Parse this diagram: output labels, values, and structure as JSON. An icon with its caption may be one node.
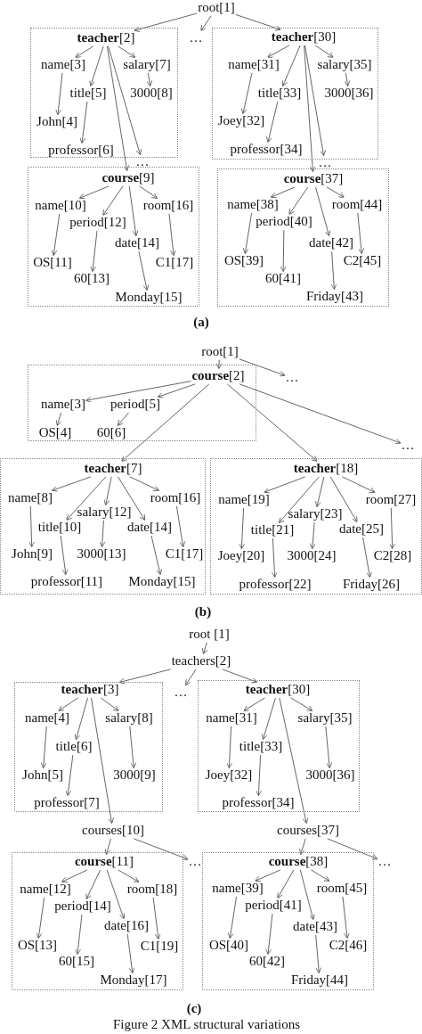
{
  "diagram": {
    "caption": "Figure 2 XML structural variations",
    "nodes": [
      {
        "text": [
          "root[1]"
        ]
      },
      {
        "text": [],
        "shape": "box"
      },
      {
        "text": [
          "**teacher**[2]"
        ],
        "in": 1
      },
      {
        "text": [
          "name[3]"
        ],
        "in": 1
      },
      {
        "text": [
          "title[5]"
        ],
        "in": 1
      },
      {
        "text": [
          "salary[7]"
        ],
        "in": 1
      },
      {
        "text": [
          "John[4]"
        ],
        "in": 1
      },
      {
        "text": [
          "3000[8]"
        ],
        "in": 1
      },
      {
        "text": [
          "professor[6]"
        ],
        "in": 1
      },
      {
        "text": [
          "…"
        ]
      },
      {
        "text": [],
        "shape": "box"
      },
      {
        "text": [
          "**teacher**[30]"
        ],
        "in": 10
      },
      {
        "text": [
          "name[31]"
        ],
        "in": 10
      },
      {
        "text": [
          "title[33]"
        ],
        "in": 10
      },
      {
        "text": [
          "salary[35]"
        ],
        "in": 10
      },
      {
        "text": [
          "Joey[32]"
        ],
        "in": 10
      },
      {
        "text": [
          "3000[36]"
        ],
        "in": 10
      },
      {
        "text": [
          "professor[34]"
        ],
        "in": 10
      },
      {
        "text": [
          "…"
        ]
      },
      {
        "text": [],
        "shape": "box"
      },
      {
        "text": [
          "**course**[9]"
        ],
        "in": 19
      },
      {
        "text": [
          "name[10]"
        ],
        "in": 19
      },
      {
        "text": [
          "period[12]"
        ],
        "in": 19
      },
      {
        "text": [
          "room[16]"
        ],
        "in": 19
      },
      {
        "text": [
          "date[14]"
        ],
        "in": 19
      },
      {
        "text": [
          "OS[11]"
        ],
        "in": 19
      },
      {
        "text": [
          "60[13]"
        ],
        "in": 19
      },
      {
        "text": [
          "C1[17]"
        ],
        "in": 19
      },
      {
        "text": [
          "Monday[15]"
        ],
        "in": 19
      },
      {
        "text": [
          "…"
        ]
      },
      {
        "text": [],
        "shape": "box"
      },
      {
        "text": [
          "**course**[37]"
        ],
        "in": 30
      },
      {
        "text": [
          "name[38]"
        ],
        "in": 30
      },
      {
        "text": [
          "period[40]"
        ],
        "in": 30
      },
      {
        "text": [
          "room[44]"
        ],
        "in": 30
      },
      {
        "text": [
          "date[42]"
        ],
        "in": 30
      },
      {
        "text": [
          "OS[39]"
        ],
        "in": 30
      },
      {
        "text": [
          "60[41]"
        ],
        "in": 30
      },
      {
        "text": [
          "C2[45]"
        ],
        "in": 30
      },
      {
        "text": [
          "Friday[43]"
        ],
        "in": 30
      },
      {
        "text": [
          "root[1]"
        ]
      },
      {
        "text": [
          "…"
        ]
      },
      {
        "text": [],
        "shape": "box"
      },
      {
        "text": [
          "**course**[2]"
        ],
        "in": 42
      },
      {
        "text": [
          "name[3]"
        ],
        "in": 42
      },
      {
        "text": [
          "period[5]"
        ],
        "in": 42
      },
      {
        "text": [
          "OS[4]"
        ],
        "in": 42
      },
      {
        "text": [
          "60[6]"
        ],
        "in": 42
      },
      {
        "text": [
          "…"
        ]
      },
      {
        "text": [],
        "shape": "box"
      },
      {
        "text": [
          "**teacher**[7]"
        ],
        "in": 49
      },
      {
        "text": [
          "name[8]"
        ],
        "in": 49
      },
      {
        "text": [
          "room[16]"
        ],
        "in": 49
      },
      {
        "text": [
          "salary[12]"
        ],
        "in": 49
      },
      {
        "text": [
          "title[10]"
        ],
        "in": 49
      },
      {
        "text": [
          "date[14]"
        ],
        "in": 49
      },
      {
        "text": [
          "John[9]"
        ],
        "in": 49
      },
      {
        "text": [
          "3000[13]"
        ],
        "in": 49
      },
      {
        "text": [
          "C1[17]"
        ],
        "in": 49
      },
      {
        "text": [
          "professor[11]"
        ],
        "in": 49
      },
      {
        "text": [
          "Monday[15]"
        ],
        "in": 49
      },
      {
        "text": [],
        "shape": "box"
      },
      {
        "text": [
          "**teacher**[18]"
        ],
        "in": 61
      },
      {
        "text": [
          "name[19]"
        ],
        "in": 61
      },
      {
        "text": [
          "room[27]"
        ],
        "in": 61
      },
      {
        "text": [
          "salary[23]"
        ],
        "in": 61
      },
      {
        "text": [
          "title[21]"
        ],
        "in": 61
      },
      {
        "text": [
          "date[25]"
        ],
        "in": 61
      },
      {
        "text": [
          "Joey[20]"
        ],
        "in": 61
      },
      {
        "text": [
          "3000[24]"
        ],
        "in": 61
      },
      {
        "text": [
          "C2[28]"
        ],
        "in": 61
      },
      {
        "text": [
          "professor[22]"
        ],
        "in": 61
      },
      {
        "text": [
          "Friday[26]"
        ],
        "in": 61
      },
      {
        "text": [
          "root [1]"
        ]
      },
      {
        "text": [
          "teachers[2]"
        ]
      },
      {
        "text": [
          "…"
        ]
      },
      {
        "text": [],
        "shape": "box"
      },
      {
        "text": [
          "**teacher**[3]"
        ],
        "in": 76
      },
      {
        "text": [
          "name[4]"
        ],
        "in": 76
      },
      {
        "text": [
          "title[6]"
        ],
        "in": 76
      },
      {
        "text": [
          "salary[8]"
        ],
        "in": 76
      },
      {
        "text": [
          "John[5]"
        ],
        "in": 76
      },
      {
        "text": [
          "3000[9]"
        ],
        "in": 76
      },
      {
        "text": [
          "professor[7]"
        ],
        "in": 76
      },
      {
        "text": [],
        "shape": "box"
      },
      {
        "text": [
          "**teacher**[30]"
        ],
        "in": 84
      },
      {
        "text": [
          "name[31]"
        ],
        "in": 84
      },
      {
        "text": [
          "title[33]"
        ],
        "in": 84
      },
      {
        "text": [
          "salary[35]"
        ],
        "in": 84
      },
      {
        "text": [
          "Joey[32]"
        ],
        "in": 84
      },
      {
        "text": [
          "3000[36]"
        ],
        "in": 84
      },
      {
        "text": [
          "professor[34]"
        ],
        "in": 84
      },
      {
        "text": [
          "courses[10]"
        ]
      },
      {
        "text": [],
        "shape": "box"
      },
      {
        "text": [
          "**course**[11]"
        ],
        "in": 93
      },
      {
        "text": [
          "name[12]"
        ],
        "in": 93
      },
      {
        "text": [
          "period[14]"
        ],
        "in": 93
      },
      {
        "text": [
          "room[18]"
        ],
        "in": 93
      },
      {
        "text": [
          "date[16]"
        ],
        "in": 93
      },
      {
        "text": [
          "OS[13]"
        ],
        "in": 93
      },
      {
        "text": [
          "60[15]"
        ],
        "in": 93
      },
      {
        "text": [
          "C1[19]"
        ],
        "in": 93
      },
      {
        "text": [
          "Monday[17]"
        ],
        "in": 93
      },
      {
        "text": [
          "…"
        ]
      },
      {
        "text": [
          "courses[37]"
        ]
      },
      {
        "text": [],
        "shape": "box"
      },
      {
        "text": [
          "**course**[38]"
        ],
        "in": 105
      },
      {
        "text": [
          "name[39]"
        ],
        "in": 105
      },
      {
        "text": [
          "period[41]"
        ],
        "in": 105
      },
      {
        "text": [
          "room[45]"
        ],
        "in": 105
      },
      {
        "text": [
          "date[43]"
        ],
        "in": 105
      },
      {
        "text": [
          "OS[40]"
        ],
        "in": 105
      },
      {
        "text": [
          "60[42]"
        ],
        "in": 105
      },
      {
        "text": [
          "C2[46]"
        ],
        "in": 105
      },
      {
        "text": [
          "Friday[44]"
        ],
        "in": 105
      },
      {
        "text": [
          "…"
        ]
      }
    ],
    "edges": [
      {
        "from": 0,
        "to": 2,
        "arrow": "to"
      },
      {
        "from": 0,
        "to": 9,
        "arrow": "to"
      },
      {
        "from": 0,
        "to": 11,
        "arrow": "to"
      },
      {
        "from": 2,
        "to": 3,
        "arrow": "to"
      },
      {
        "from": 2,
        "to": 4,
        "arrow": "to"
      },
      {
        "from": 2,
        "to": 5,
        "arrow": "to"
      },
      {
        "from": 2,
        "to": 20,
        "arrow": "to"
      },
      {
        "from": 2,
        "to": 18,
        "arrow": "to"
      },
      {
        "from": 3,
        "to": 6,
        "arrow": "to"
      },
      {
        "from": 4,
        "to": 8,
        "arrow": "to"
      },
      {
        "from": 5,
        "to": 7,
        "arrow": "to"
      },
      {
        "from": 11,
        "to": 12,
        "arrow": "to"
      },
      {
        "from": 11,
        "to": 13,
        "arrow": "to"
      },
      {
        "from": 11,
        "to": 14,
        "arrow": "to"
      },
      {
        "from": 11,
        "to": 31,
        "arrow": "to"
      },
      {
        "from": 11,
        "to": 29,
        "arrow": "to"
      },
      {
        "from": 12,
        "to": 15,
        "arrow": "to"
      },
      {
        "from": 13,
        "to": 17,
        "arrow": "to"
      },
      {
        "from": 14,
        "to": 16,
        "arrow": "to"
      },
      {
        "from": 20,
        "to": 21,
        "arrow": "to"
      },
      {
        "from": 20,
        "to": 22,
        "arrow": "to"
      },
      {
        "from": 20,
        "to": 24,
        "arrow": "to"
      },
      {
        "from": 20,
        "to": 23,
        "arrow": "to"
      },
      {
        "from": 21,
        "to": 25,
        "arrow": "to"
      },
      {
        "from": 22,
        "to": 26,
        "arrow": "to"
      },
      {
        "from": 24,
        "to": 28,
        "arrow": "to"
      },
      {
        "from": 23,
        "to": 27,
        "arrow": "to"
      },
      {
        "from": 31,
        "to": 32,
        "arrow": "to"
      },
      {
        "from": 31,
        "to": 33,
        "arrow": "to"
      },
      {
        "from": 31,
        "to": 35,
        "arrow": "to"
      },
      {
        "from": 31,
        "to": 34,
        "arrow": "to"
      },
      {
        "from": 32,
        "to": 36,
        "arrow": "to"
      },
      {
        "from": 33,
        "to": 37,
        "arrow": "to"
      },
      {
        "from": 35,
        "to": 39,
        "arrow": "to"
      },
      {
        "from": 34,
        "to": 38,
        "arrow": "to"
      },
      {
        "from": 40,
        "to": 43,
        "arrow": "to"
      },
      {
        "from": 40,
        "to": 41,
        "arrow": "to"
      },
      {
        "from": 43,
        "to": 44,
        "arrow": "to"
      },
      {
        "from": 43,
        "to": 45,
        "arrow": "to"
      },
      {
        "from": 43,
        "to": 50,
        "arrow": "to"
      },
      {
        "from": 43,
        "to": 62,
        "arrow": "to"
      },
      {
        "from": 43,
        "to": 48,
        "arrow": "to"
      },
      {
        "from": 44,
        "to": 46,
        "arrow": "to"
      },
      {
        "from": 45,
        "to": 47,
        "arrow": "to"
      },
      {
        "from": 50,
        "to": 51,
        "arrow": "to"
      },
      {
        "from": 50,
        "to": 54,
        "arrow": "to"
      },
      {
        "from": 50,
        "to": 53,
        "arrow": "to"
      },
      {
        "from": 50,
        "to": 55,
        "arrow": "to"
      },
      {
        "from": 50,
        "to": 52,
        "arrow": "to"
      },
      {
        "from": 51,
        "to": 56,
        "arrow": "to"
      },
      {
        "from": 54,
        "to": 59,
        "arrow": "to"
      },
      {
        "from": 53,
        "to": 57,
        "arrow": "to"
      },
      {
        "from": 55,
        "to": 60,
        "arrow": "to"
      },
      {
        "from": 52,
        "to": 58,
        "arrow": "to"
      },
      {
        "from": 62,
        "to": 63,
        "arrow": "to"
      },
      {
        "from": 62,
        "to": 66,
        "arrow": "to"
      },
      {
        "from": 62,
        "to": 65,
        "arrow": "to"
      },
      {
        "from": 62,
        "to": 67,
        "arrow": "to"
      },
      {
        "from": 62,
        "to": 64,
        "arrow": "to"
      },
      {
        "from": 63,
        "to": 68,
        "arrow": "to"
      },
      {
        "from": 66,
        "to": 71,
        "arrow": "to"
      },
      {
        "from": 65,
        "to": 69,
        "arrow": "to"
      },
      {
        "from": 67,
        "to": 72,
        "arrow": "to"
      },
      {
        "from": 64,
        "to": 70,
        "arrow": "to"
      },
      {
        "from": 73,
        "to": 74,
        "arrow": "to"
      },
      {
        "from": 74,
        "to": 77,
        "arrow": "to"
      },
      {
        "from": 74,
        "to": 75,
        "arrow": "to"
      },
      {
        "from": 74,
        "to": 85,
        "arrow": "to"
      },
      {
        "from": 77,
        "to": 78,
        "arrow": "to"
      },
      {
        "from": 77,
        "to": 79,
        "arrow": "to"
      },
      {
        "from": 77,
        "to": 80,
        "arrow": "to"
      },
      {
        "from": 77,
        "to": 92,
        "arrow": "to"
      },
      {
        "from": 78,
        "to": 81,
        "arrow": "to"
      },
      {
        "from": 79,
        "to": 83,
        "arrow": "to"
      },
      {
        "from": 80,
        "to": 82,
        "arrow": "to"
      },
      {
        "from": 85,
        "to": 86,
        "arrow": "to"
      },
      {
        "from": 85,
        "to": 87,
        "arrow": "to"
      },
      {
        "from": 85,
        "to": 88,
        "arrow": "to"
      },
      {
        "from": 85,
        "to": 104,
        "arrow": "to"
      },
      {
        "from": 86,
        "to": 89,
        "arrow": "to"
      },
      {
        "from": 87,
        "to": 91,
        "arrow": "to"
      },
      {
        "from": 88,
        "to": 90,
        "arrow": "to"
      },
      {
        "from": 92,
        "to": 94,
        "arrow": "to"
      },
      {
        "from": 92,
        "to": 103,
        "arrow": "to"
      },
      {
        "from": 94,
        "to": 95,
        "arrow": "to"
      },
      {
        "from": 94,
        "to": 96,
        "arrow": "to"
      },
      {
        "from": 94,
        "to": 98,
        "arrow": "to"
      },
      {
        "from": 94,
        "to": 97,
        "arrow": "to"
      },
      {
        "from": 95,
        "to": 99,
        "arrow": "to"
      },
      {
        "from": 96,
        "to": 100,
        "arrow": "to"
      },
      {
        "from": 98,
        "to": 102,
        "arrow": "to"
      },
      {
        "from": 97,
        "to": 101,
        "arrow": "to"
      },
      {
        "from": 104,
        "to": 106,
        "arrow": "to"
      },
      {
        "from": 104,
        "to": 115,
        "arrow": "to"
      },
      {
        "from": 106,
        "to": 107,
        "arrow": "to"
      },
      {
        "from": 106,
        "to": 108,
        "arrow": "to"
      },
      {
        "from": 106,
        "to": 110,
        "arrow": "to"
      },
      {
        "from": 106,
        "to": 109,
        "arrow": "to"
      },
      {
        "from": 107,
        "to": 111,
        "arrow": "to"
      },
      {
        "from": 108,
        "to": 112,
        "arrow": "to"
      },
      {
        "from": 110,
        "to": 114,
        "arrow": "to"
      },
      {
        "from": 109,
        "to": 113,
        "arrow": "to"
      }
    ],
    "labels": [
      "(a)",
      "(b)",
      "(c)"
    ]
  }
}
